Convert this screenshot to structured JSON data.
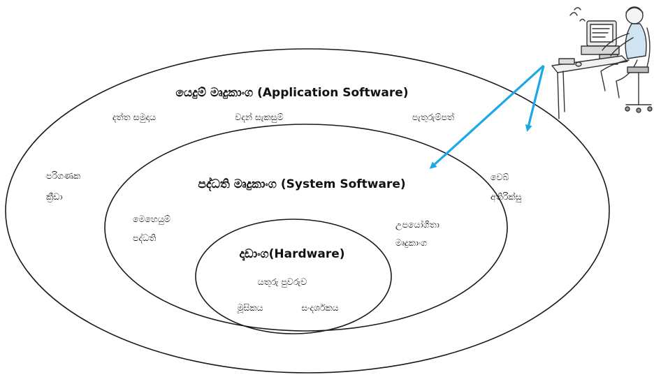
{
  "diagram": {
    "layers": [
      {
        "id": "application",
        "title": "යෙදුම් මෘදුකාංග (Application Software)",
        "items": [
          "දත්ත සමුදාය",
          "වදන් සැකසුම්",
          "පැතුරුම්පත්",
          "පරිගණක ක්‍රීඩා",
          "වෙබ් අතිරික්සු"
        ]
      },
      {
        "id": "system",
        "title": "පද්ධති මෘදුකාංග (System Software)",
        "items": [
          "මෙහෙයුම් පද්ධති",
          "උපයෝගිතා මෘදුකාංග"
        ]
      },
      {
        "id": "hardware",
        "title": "දෘඩාංග(Hardware)",
        "items": [
          "යතුරු පුවරුව",
          "මූසිකය",
          "සංදර්ශකය"
        ]
      }
    ],
    "colors": {
      "ring": "#1a1a1a",
      "arrow": "#1aa8e6",
      "text": "#111111"
    },
    "icons": [
      "computer-user-icon"
    ]
  }
}
